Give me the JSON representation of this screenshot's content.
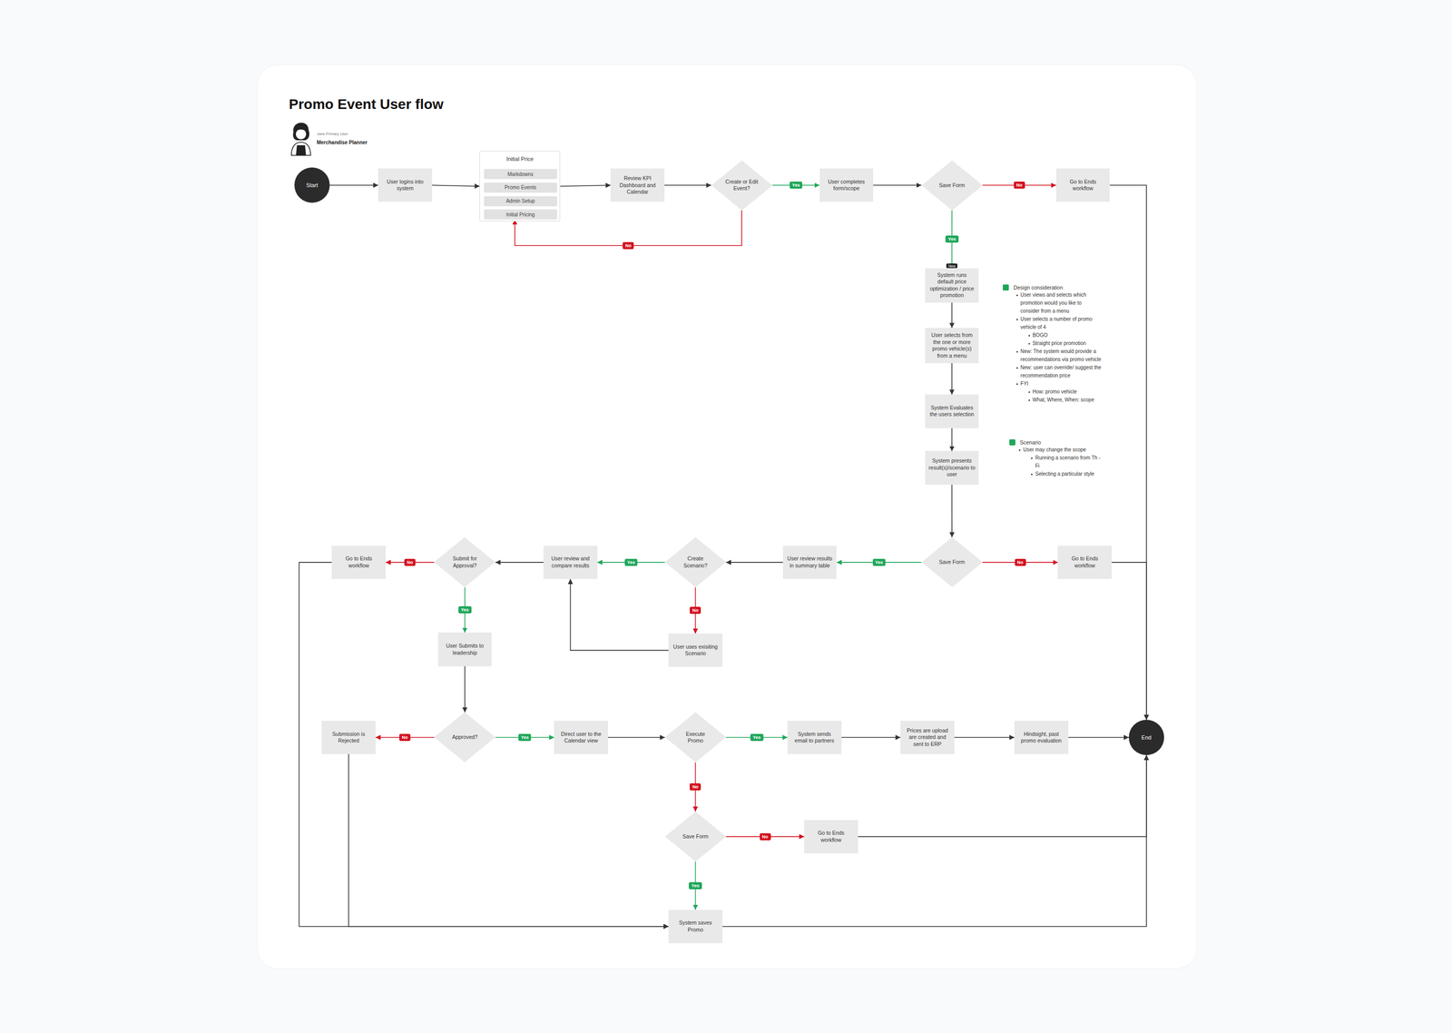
{
  "diagram": {
    "title": "Promo Event User flow",
    "nodes": [
      {
        "text": [
          "Start"
        ]
      },
      {
        "text": [
          "User logins into system"
        ]
      },
      {
        "text": [
          "Initial Price"
        ]
      },
      {
        "text": [
          "Markdowns"
        ],
        "in": 2
      },
      {
        "text": [
          "Promo Events"
        ],
        "in": 2
      },
      {
        "text": [
          "Admin Setup"
        ],
        "in": 2
      },
      {
        "text": [
          "Initial Pricing"
        ],
        "in": 2
      },
      {
        "text": [
          "Review KPI Dashboard and Calendar"
        ]
      },
      {
        "text": [
          "Create or Edit Event?"
        ]
      },
      {
        "text": [
          "User completes form/scope"
        ]
      },
      {
        "text": [
          "Save Form"
        ]
      },
      {
        "text": [
          "Go to Ends workflow"
        ]
      },
      {
        "text": [
          "System runs default price optimization / price promotion"
        ]
      },
      {
        "text": [
          "User selects from the one or more promo vehicle(s) from a menu"
        ]
      },
      {
        "text": [
          "System Evaluates the users selection"
        ]
      },
      {
        "text": [
          "System presents result(s)/scenario to user"
        ]
      },
      {
        "text": [
          "Save Form"
        ]
      },
      {
        "text": [
          "Go to Ends workflow"
        ]
      },
      {
        "text": [
          "User review results in summary table"
        ]
      },
      {
        "text": [
          "Create Scenario?"
        ]
      },
      {
        "text": [
          "User review and compare results"
        ]
      },
      {
        "text": [
          "User uses exisiting Scenario"
        ]
      },
      {
        "text": [
          "Submit for Approval?"
        ]
      },
      {
        "text": [
          "Go to Ends workflow"
        ]
      },
      {
        "text": [
          "User Submits to leadership"
        ]
      },
      {
        "text": [
          "Approved?"
        ]
      },
      {
        "text": [
          "Submission is Rejected"
        ]
      },
      {
        "text": [
          "Direct user to the Calendar view"
        ]
      },
      {
        "text": [
          "Execute Promo"
        ]
      },
      {
        "text": [
          "System sends email to partners"
        ]
      },
      {
        "text": [
          "Prices are upload are created and sent to ERP"
        ]
      },
      {
        "text": [
          "Hindsight, past promo evaluation"
        ]
      },
      {
        "text": [
          "End"
        ]
      },
      {
        "text": [
          "Save Form"
        ]
      },
      {
        "text": [
          "Go to Ends workflow"
        ]
      },
      {
        "text": [
          "System saves Promo"
        ]
      }
    ],
    "edges": [
      {
        "from": 0,
        "to": 1,
        "arrow": "to"
      },
      {
        "from": 1,
        "to": 2,
        "arrow": "to"
      },
      {
        "from": 2,
        "to": 7,
        "arrow": "to"
      },
      {
        "from": 7,
        "to": 8,
        "arrow": "to"
      },
      {
        "from": 8,
        "to": 9,
        "label": "Yes",
        "arrow": "to"
      },
      {
        "from": 8,
        "to": 6,
        "label": "No",
        "arrow": "to"
      },
      {
        "from": 9,
        "to": 10,
        "arrow": "to"
      },
      {
        "from": 10,
        "to": 11,
        "label": "No",
        "arrow": "to"
      },
      {
        "from": 10,
        "to": 12,
        "label": "Yes",
        "arrow": "to"
      },
      {
        "from": 12,
        "to": 13,
        "arrow": "to"
      },
      {
        "from": 13,
        "to": 14,
        "arrow": "to"
      },
      {
        "from": 14,
        "to": 15,
        "arrow": "to"
      },
      {
        "from": 15,
        "to": 16,
        "arrow": "to"
      },
      {
        "from": 16,
        "to": 17,
        "label": "No",
        "arrow": "to"
      },
      {
        "from": 16,
        "to": 18,
        "label": "Yes",
        "arrow": "to"
      },
      {
        "from": 18,
        "to": 19,
        "arrow": "to"
      },
      {
        "from": 19,
        "to": 20,
        "label": "Yes",
        "arrow": "to"
      },
      {
        "from": 19,
        "to": 21,
        "label": "No",
        "arrow": "to"
      },
      {
        "from": 21,
        "to": 20,
        "arrow": "to"
      },
      {
        "from": 20,
        "to": 22,
        "arrow": "to"
      },
      {
        "from": 22,
        "to": 23,
        "label": "No",
        "arrow": "to"
      },
      {
        "from": 22,
        "to": 24,
        "label": "Yes",
        "arrow": "to"
      },
      {
        "from": 24,
        "to": 25,
        "arrow": "to"
      },
      {
        "from": 25,
        "to": 26,
        "label": "No",
        "arrow": "to"
      },
      {
        "from": 25,
        "to": 27,
        "label": "Yes",
        "arrow": "to"
      },
      {
        "from": 27,
        "to": 28,
        "arrow": "to"
      },
      {
        "from": 28,
        "to": 29,
        "label": "Yes",
        "arrow": "to"
      },
      {
        "from": 28,
        "to": 33,
        "label": "No",
        "arrow": "to"
      },
      {
        "from": 29,
        "to": 30,
        "arrow": "to"
      },
      {
        "from": 30,
        "to": 31,
        "arrow": "to"
      },
      {
        "from": 31,
        "to": 32,
        "arrow": "to"
      },
      {
        "from": 33,
        "to": 34,
        "label": "No",
        "arrow": "to"
      },
      {
        "from": 33,
        "to": 35,
        "label": "Yes",
        "arrow": "to"
      },
      {
        "from": 11,
        "to": 32,
        "arrow": "to"
      },
      {
        "from": 17,
        "to": 32,
        "arrow": "to"
      },
      {
        "from": 34,
        "to": 32,
        "arrow": "to"
      },
      {
        "from": 35,
        "to": 32,
        "arrow": "to"
      },
      {
        "from": 23,
        "to": 35,
        "arrow": "to"
      },
      {
        "from": 26,
        "to": 35,
        "arrow": "to"
      }
    ],
    "labels": [
      "Jane Primary User",
      "Merchandise Planner",
      "New",
      "User views and selects which promotion would you like to consider from a menu",
      "User selects a number of promo vehicle of 4",
      "BOGO",
      "Straight price promotion",
      "New: The system would provide a recommendations via promo vehicle",
      "New: user can override/ suggest the recommendation price",
      "FYI",
      "How: promo vehicle",
      "What, Where, When: scope",
      "User may change the scope",
      "Running a scenario from Th - Fi",
      "Selecting a particular style"
    ],
    "legend": [
      {
        "text": "Design consideration",
        "color": "#1fa65a"
      },
      {
        "text": "Scenario",
        "color": "#1fa65a"
      }
    ]
  }
}
